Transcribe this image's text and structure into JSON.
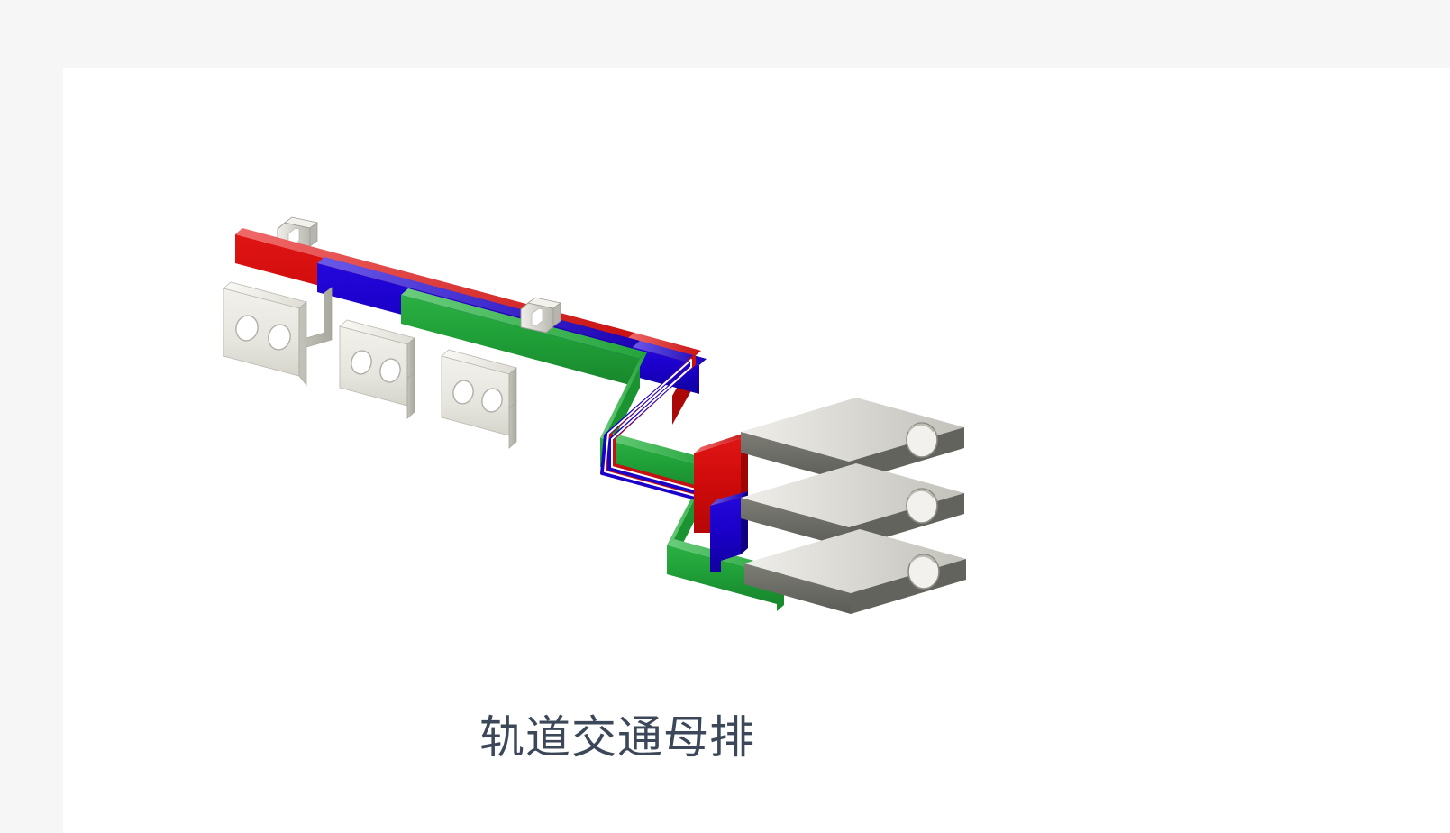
{
  "page": {
    "background_color": "#f6f6f6"
  },
  "card": {
    "background_color": "#ffffff"
  },
  "product": {
    "caption": "轨道交通母排",
    "caption_color": "#3c4859",
    "image": {
      "alt_name": "rail-transit-busbar-3d-render",
      "type": "3d-cad-render",
      "background_color": "#ffffff",
      "description": "Isometric CAD render of a three-phase laminated busbar assembly with stepped Z-bends, insulated mounting brackets and flat terminal lugs.",
      "conductors": [
        {
          "name": "phase-bar-red",
          "label": "Red phase busbar",
          "color": "#d00b0b",
          "edge_color": "#9c0606",
          "top_color": "#e24a4a"
        },
        {
          "name": "phase-bar-blue",
          "label": "Blue phase busbar",
          "color": "#1a00c8",
          "edge_color": "#0f0080",
          "top_color": "#4c3ce0"
        },
        {
          "name": "phase-bar-green",
          "label": "Green phase busbar",
          "color": "#20a038",
          "edge_color": "#157a28",
          "top_color": "#4dbd60"
        }
      ],
      "brackets": {
        "name": "insulating-mounting-bracket",
        "label": "Insulating mounting bracket",
        "count": 3,
        "color": "#e8e7e0",
        "shade_color": "#c9c8c0",
        "hole_color": "#ffffff",
        "holes_per_bracket": 2
      },
      "clips": {
        "name": "retaining-clip",
        "label": "Retaining clip",
        "count": 2,
        "color": "#d9d8d2"
      },
      "terminals": {
        "name": "terminal-lug",
        "label": "Terminal lug",
        "count": 3,
        "color": "#6c6c66",
        "top_color": "#d8d8d2",
        "hole_color": "#f4f4f1",
        "holes_per_terminal": 1
      }
    }
  }
}
